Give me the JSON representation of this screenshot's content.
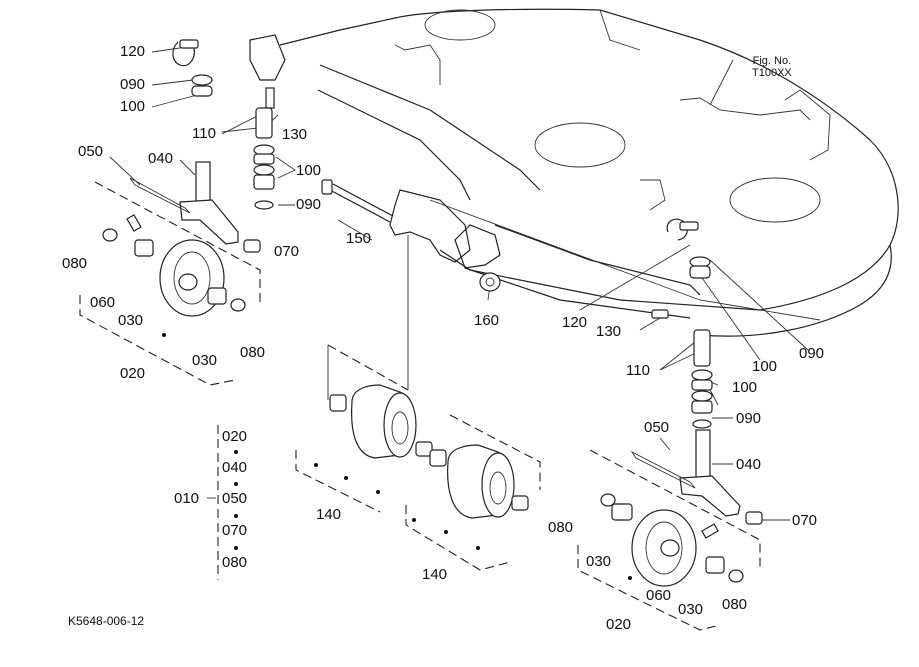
{
  "figure": {
    "fig_no_label": "Fig. No.",
    "fig_no_value": "T100XX",
    "code": "K5648-006-12"
  },
  "callouts": {
    "c120_a": "120",
    "c090_a": "090",
    "c100_a": "100",
    "c110_a": "110",
    "c130_a": "130",
    "c100_b": "100",
    "c090_b": "090",
    "c050_a": "050",
    "c040_a": "040",
    "c070_a": "070",
    "c150": "150",
    "c080_a": "080",
    "c060_a": "060",
    "c030_a": "030",
    "c030_b": "030",
    "c080_b": "080",
    "c020_a": "020",
    "c160": "160",
    "c120_b": "120",
    "c130_b": "130",
    "c100_c": "100",
    "c090_c": "090",
    "c110_b": "110",
    "c100_d": "100",
    "c090_d": "090",
    "c050_b": "050",
    "c040_b": "040",
    "c070_b": "070",
    "c080_c": "080",
    "c030_c": "030",
    "c060_b": "060",
    "c030_d": "030",
    "c080_d": "080",
    "c020_b": "020",
    "c140_a": "140",
    "c140_b": "140"
  },
  "assembly_key": {
    "parent": "010",
    "children": [
      "020",
      "040",
      "050",
      "070",
      "080"
    ]
  }
}
